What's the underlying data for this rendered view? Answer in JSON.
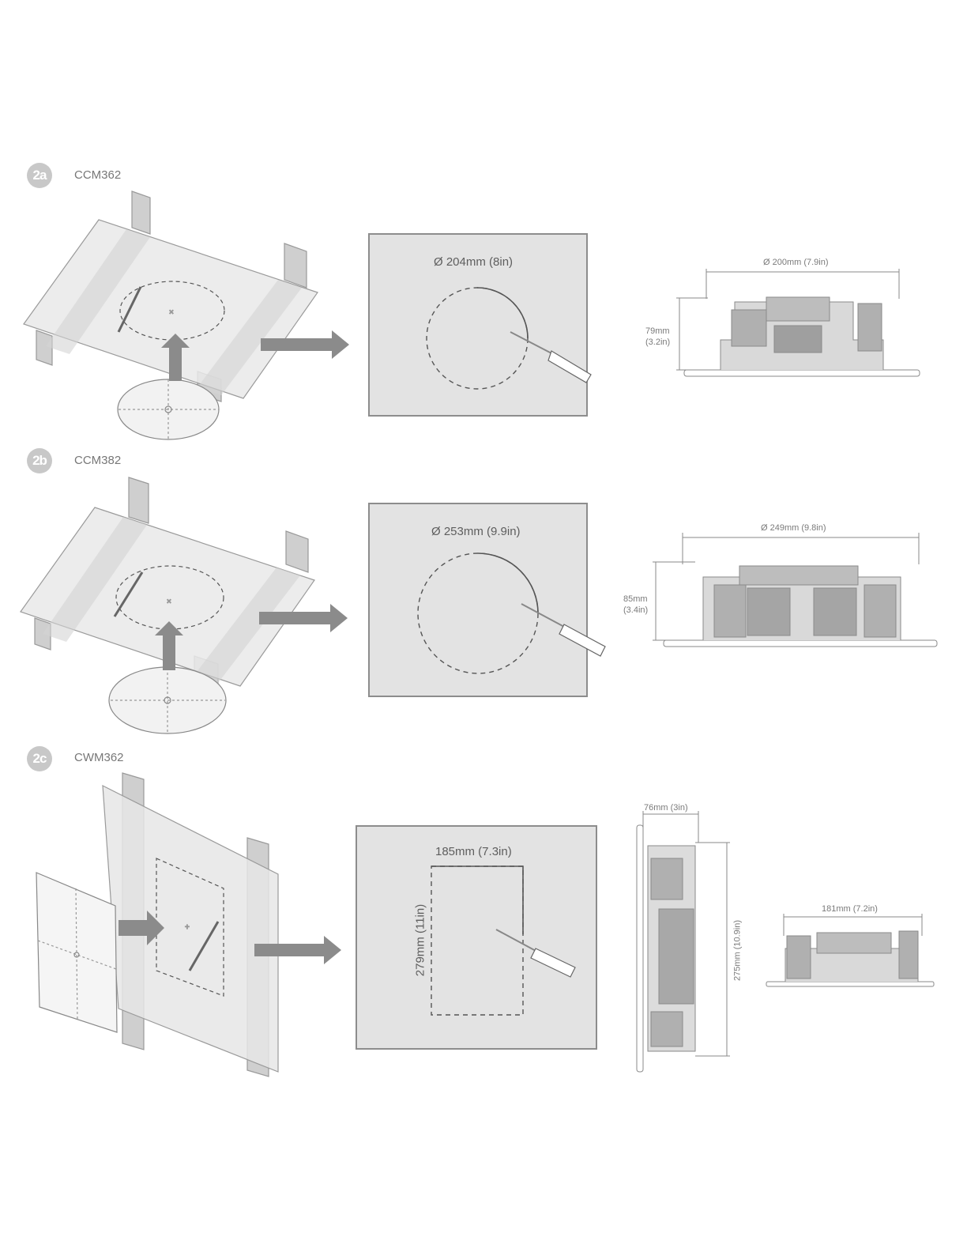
{
  "sections": [
    {
      "badge": "2a",
      "model": "CCM362",
      "cutout_label": "Ø 204mm (8in)",
      "width_label": "Ø 200mm (7.9in)",
      "height_label": "79mm",
      "height_label_in": "(3.2in)"
    },
    {
      "badge": "2b",
      "model": "CCM382",
      "cutout_label": "Ø 253mm (9.9in)",
      "width_label": "Ø 249mm (9.8in)",
      "height_label": "85mm",
      "height_label_in": "(3.4in)"
    },
    {
      "badge": "2c",
      "model": "CWM362",
      "cutout_width_label": "185mm (7.3in)",
      "cutout_height_label": "279mm (11in)",
      "depth_label": "76mm (3in)",
      "height_label": "275mm (10.9in)",
      "width_label": "181mm (7.2in)"
    }
  ]
}
